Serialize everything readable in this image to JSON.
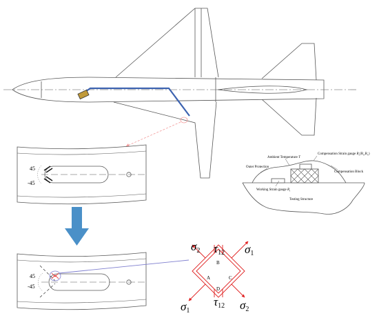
{
  "strain_diagram": {
    "ambient_temperature": "Ambient Temperature",
    "ambient_symbol": "T",
    "outer_protection": "Outer Protection",
    "compensation_gauge": "Compensation Strain gauge",
    "compensation_gauge_symbol": "R",
    "compensation_gauge_sub": "c",
    "compensation_gauge_args": "(R",
    "compensation_gauge_args2": ",R",
    "compensation_gauge_close": ")",
    "compensation_block": "Compensation Block",
    "working_gauge": "Working Strain gauge",
    "working_gauge_symbol": "R",
    "working_gauge_sub": "t",
    "testing_structure": "Testing Structure"
  },
  "detail_top": {
    "angle_pos": "45",
    "angle_neg": "-45"
  },
  "detail_bottom": {
    "angle_pos": "45",
    "angle_neg": "-45"
  },
  "rosette": {
    "sigma": "σ",
    "tau": "τ",
    "sub_1": "1",
    "sub_2": "2",
    "sub_12": "12",
    "label_a": "A",
    "label_b": "B",
    "label_c": "C",
    "label_d": "D"
  },
  "colors": {
    "line": "#555555",
    "route": "#3d63b0",
    "guide": "#f39a9a",
    "rosette": "#e02020",
    "arrow": "#4a90c8",
    "connector": "#7f7fcf"
  }
}
